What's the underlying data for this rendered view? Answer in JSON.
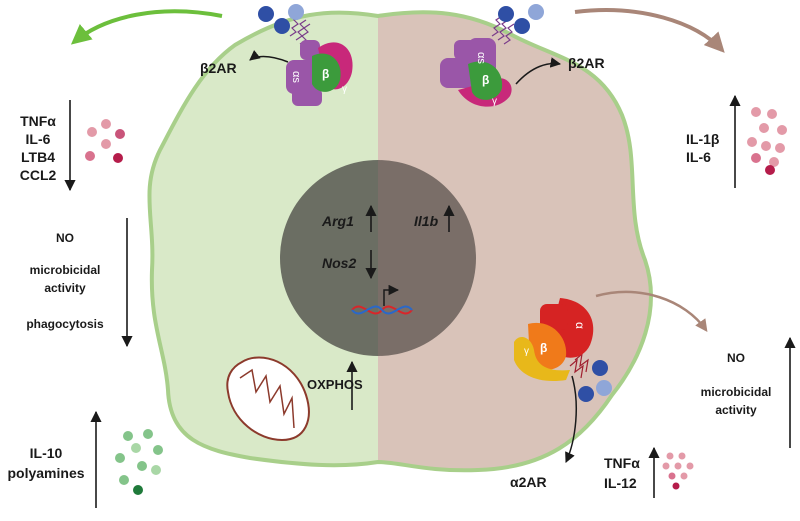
{
  "receptors": {
    "b2ar_left": "β2AR",
    "b2ar_right": "β2AR",
    "a2ar": "α2AR",
    "alpha_s": "αs",
    "beta": "β",
    "gamma": "γ",
    "alpha": "α"
  },
  "left_side": {
    "cytokines_down": [
      "TNFα",
      "IL-6",
      "LTB4",
      "CCL2"
    ],
    "functions_down": [
      "NO",
      "microbicidal",
      "activity",
      "phagocytosis"
    ],
    "secreted_up": [
      "IL-10",
      "polyamines"
    ],
    "metabolism_up": "OXPHOS"
  },
  "nucleus": {
    "arg1": "Arg1",
    "nos2": "Nos2",
    "il1b": "Il1b"
  },
  "right_side": {
    "cytokines_up": [
      "IL-1β",
      "IL-6"
    ],
    "functions_up": [
      "NO",
      "microbicidal",
      "activity"
    ],
    "cytokines_up_bottom": [
      "TNFα",
      "IL-12"
    ]
  },
  "colors": {
    "left_cell": "#d9e9c8",
    "right_cell": "#d9c3b9",
    "nucleus": "#6f6f67",
    "green_arrow": "#6cbf3c",
    "brown_arrow": "#a98678",
    "receptor": "#9a56a8",
    "g_beta": "#3c9b3c",
    "g_gamma": "#c8287a",
    "a2_alpha": "#d62323",
    "a2_beta": "#f07a1a",
    "a2_gamma": "#e8b81a",
    "ligand_blue": "#2f4fa5",
    "pink_dots": "#e39aa8",
    "green_dots": "#84c48a"
  }
}
